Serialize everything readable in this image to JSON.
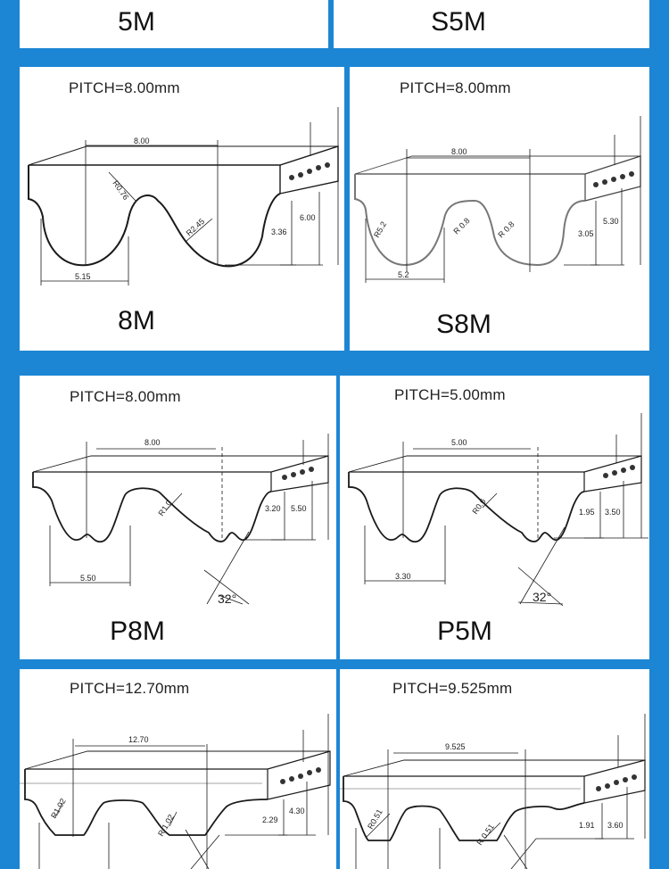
{
  "top_row": [
    {
      "name": "5M"
    },
    {
      "name": "S5M"
    }
  ],
  "profiles": [
    {
      "id": "8m",
      "name": "8M",
      "pitch": "PITCH=8.00mm",
      "dims": {
        "pitch": "8.00",
        "radius_top": "R0.76",
        "radius_bottom": "R2.45",
        "height_tooth": "3.36",
        "height_total": "6.00",
        "width": "5.15"
      }
    },
    {
      "id": "s8m",
      "name": "S8M",
      "pitch": "PITCH=8.00mm",
      "dims": {
        "pitch": "8.00",
        "radius_a": "R5.2",
        "radius_b": "R 0.8",
        "radius_c": "R 0.8",
        "height_tooth": "3.05",
        "height_total": "5.30",
        "width": "5.2"
      }
    },
    {
      "id": "p8m",
      "name": "P8M",
      "pitch": "PITCH=8.00mm",
      "dims": {
        "pitch": "8.00",
        "radius": "R1.0",
        "height_tooth": "3.20",
        "height_total": "5.50",
        "width": "5.50",
        "angle": "32°"
      }
    },
    {
      "id": "p5m",
      "name": "P5M",
      "pitch": "PITCH=5.00mm",
      "dims": {
        "pitch": "5.00",
        "radius": "R0.6",
        "height_tooth": "1.95",
        "height_total": "3.50",
        "width": "3.30",
        "angle": "32°"
      }
    },
    {
      "id": "t1",
      "name": "",
      "pitch": "PITCH=12.70mm",
      "dims": {
        "pitch": "12.70",
        "radius_a": "R1.02",
        "radius_b": "R 1.02",
        "height_tooth": "2.29",
        "height_total": "4.30"
      }
    },
    {
      "id": "t2",
      "name": "",
      "pitch": "PITCH=9.525mm",
      "dims": {
        "pitch": "9.525",
        "radius_a": "R0.51",
        "radius_b": "R 0.51",
        "height_tooth": "1.91",
        "height_total": "3.60"
      }
    }
  ],
  "colors": {
    "frame": "#1d86d4",
    "panel": "#ffffff",
    "line": "#1a1a1a"
  }
}
